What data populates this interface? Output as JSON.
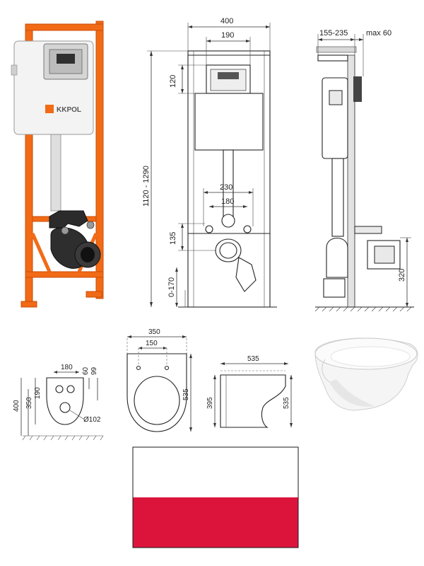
{
  "brand": {
    "logo_text": "KKPOL",
    "frame_color": "#f26a16",
    "frame_dark": "#c84f08"
  },
  "frame_front": {
    "width": "400",
    "panel_width": "190",
    "panel_height": "120",
    "total_height": "1120 - 1290",
    "bolt_spacing_outer": "230",
    "bolt_spacing_inner": "180",
    "bolt_height": "135",
    "floor_offset": "0-170"
  },
  "frame_side": {
    "wall_depth": "155-235",
    "max_depth": "max 60",
    "outlet_height": "320"
  },
  "bowl_back": {
    "spacing": "180",
    "dim_60": "60",
    "dim_99": "99",
    "dim_350": "350",
    "dim_190": "190",
    "dim_400": "400",
    "outlet_diameter": "Ø102"
  },
  "bowl_top": {
    "width": "350",
    "bolt_spacing": "150",
    "length": "535"
  },
  "bowl_side": {
    "length": "535",
    "height": "395",
    "depth": "535"
  },
  "flag": {
    "top_color": "#ffffff",
    "bottom_color": "#dc143c",
    "border_color": "#1a1a1a"
  }
}
